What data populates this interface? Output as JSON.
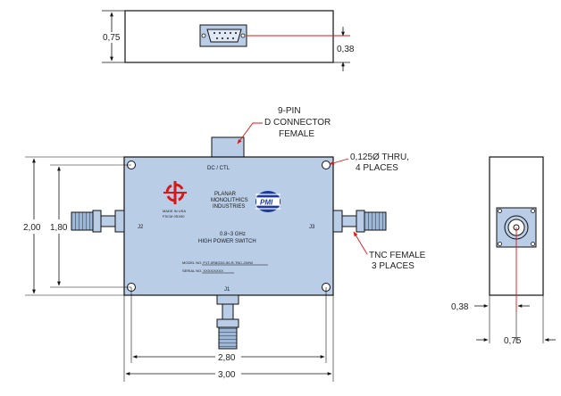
{
  "colors": {
    "annotation": "#d81818",
    "body_fill": "#b9cde6",
    "line": "#111111",
    "logo_blue": "#1c3a9a"
  },
  "top_view": {
    "height": "0,75",
    "connector_offset": "0,38"
  },
  "front_view": {
    "callout_connector": [
      "9-PIN",
      "D CONNECTOR",
      "FEMALE"
    ],
    "callout_holes": [
      "0,125Ø THRU,",
      "4 PLACES"
    ],
    "callout_tnc": [
      "TNC FEMALE",
      "3 PLACES"
    ],
    "port_dc": "DC / CTL",
    "port_j1": "J1",
    "port_j2": "J2",
    "port_j3": "J3",
    "company": [
      "PLANAR",
      "MONOLITHICS",
      "INDUSTRIES"
    ],
    "logo_text": "PMI",
    "made_in": [
      "MADE IN USA",
      "FSCM 0SX90"
    ],
    "product": [
      "0.8~3 GHz",
      "HIGH POWER SWITCH"
    ],
    "model_line": "MODEL NO. P1T-0R8G3G-50-R-TNC-200W",
    "serial_line": "SERIAL NO. XXXX/XXXX",
    "dim_height_outer": "2,00",
    "dim_height_inner": "1,80",
    "dim_width_inner": "2,80",
    "dim_width_outer": "3,00"
  },
  "side_view": {
    "offset": "0,38",
    "width": "0,75"
  }
}
